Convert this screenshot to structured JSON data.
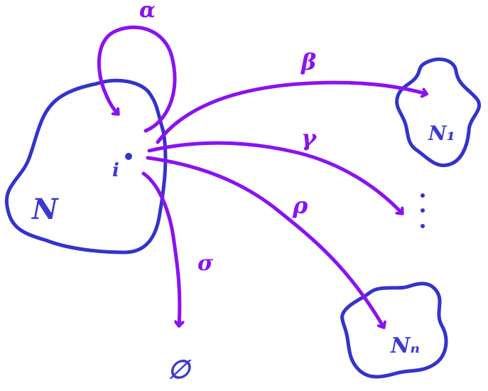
{
  "colors": {
    "region": "#3333cc",
    "arrow": "#8a12f0",
    "background": "#ffffff"
  },
  "nodes": {
    "main_region": "N",
    "target_1": "N₁",
    "target_n": "Nₙ",
    "origin_point": "i",
    "empty_set": "∅",
    "ellipsis": "⋮"
  },
  "edges": {
    "self_loop": "α",
    "to_target_1": "β",
    "to_ellipsis": "γ",
    "to_target_n": "ρ",
    "to_empty": "σ"
  }
}
